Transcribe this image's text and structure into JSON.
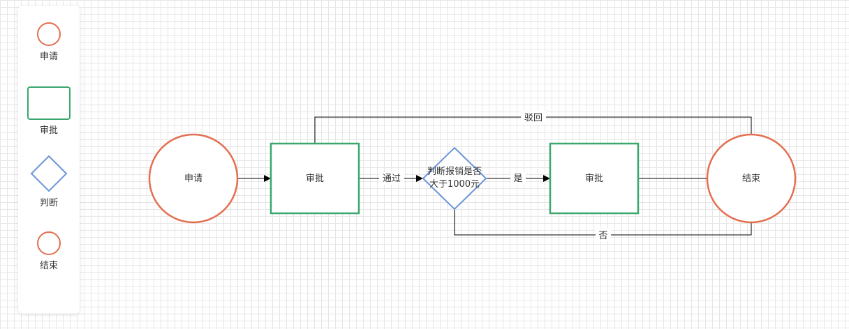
{
  "palette": {
    "items": [
      {
        "label": "申请",
        "icon": "circle-icon"
      },
      {
        "label": "审批",
        "icon": "rect-icon"
      },
      {
        "label": "判断",
        "icon": "diamond-icon"
      },
      {
        "label": "结束",
        "icon": "circle-icon"
      }
    ]
  },
  "diagram": {
    "nodes": {
      "start": "申请",
      "approve1": "审批",
      "decision_line1": "判断报销是否",
      "decision_line2": "大于1000元",
      "approve2": "审批",
      "end": "结束"
    },
    "edges": {
      "pass": "通过",
      "yes": "是",
      "no": "否",
      "reject": "驳回"
    }
  },
  "colors": {
    "circle_stroke": "#e36f50",
    "rect_stroke": "#3aa76d",
    "diamond_stroke": "#6a95d9",
    "edge": "#000000"
  }
}
